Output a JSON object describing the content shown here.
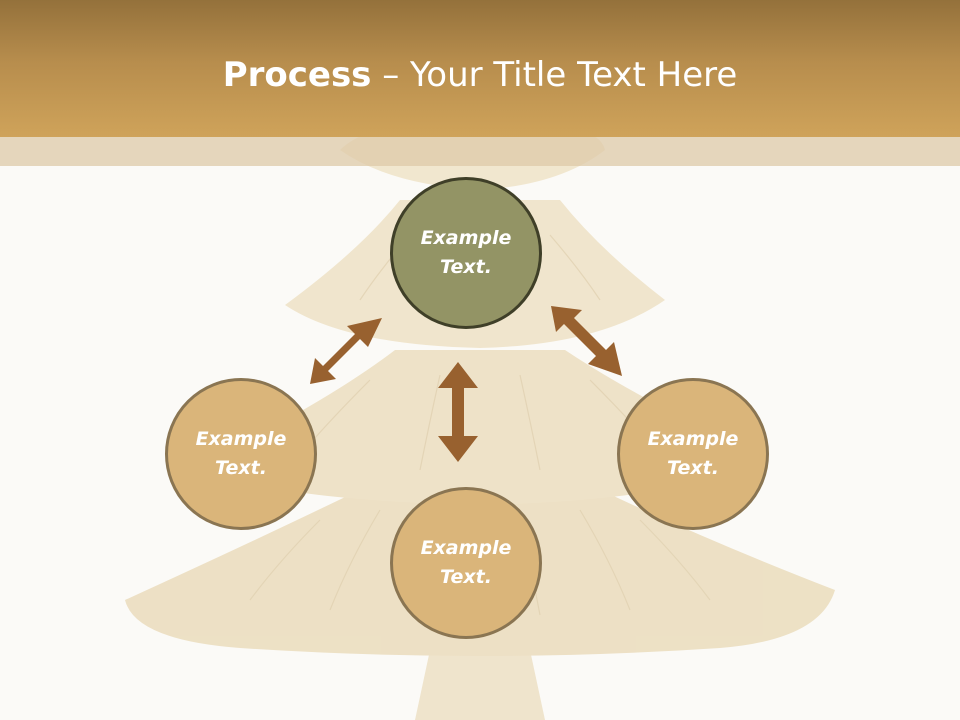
{
  "title": {
    "bold": "Process",
    "rest": " – Your Title Text Here"
  },
  "nodes": {
    "center": "Example\nText.",
    "left": "Example\nText.",
    "right": "Example\nText.",
    "bottom": "Example\nText."
  },
  "colors": {
    "header": "#b78d4d",
    "center_node": "#939465",
    "outer_node": "#dab57a",
    "arrow": "#98612f"
  }
}
